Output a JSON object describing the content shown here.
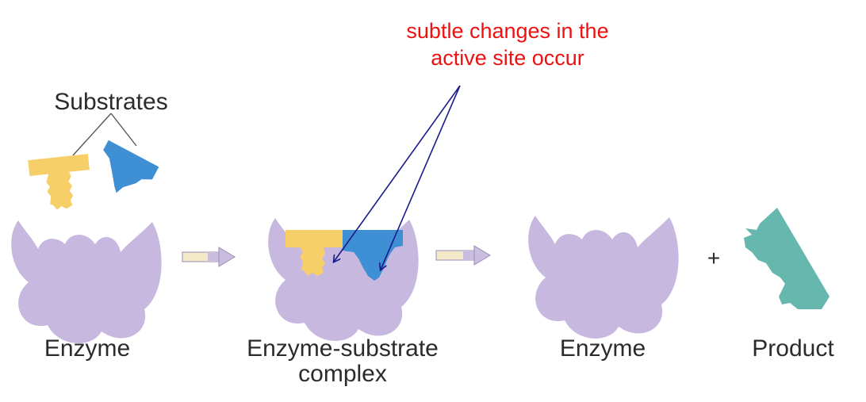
{
  "annotation": {
    "line1": "subtle changes in the",
    "line2": "active site occur",
    "color": "#ee1111",
    "arrow_color": "#1a1a8c"
  },
  "labels": {
    "substrates": "Substrates",
    "enzyme_1": "Enzyme",
    "complex_line1": "Enzyme-substrate",
    "complex_line2": "complex",
    "enzyme_2": "Enzyme",
    "plus": "+",
    "product": "Product"
  },
  "colors": {
    "enzyme": "#c7b8df",
    "substrate_yellow": "#f7cf68",
    "substrate_blue": "#3f8fd4",
    "product": "#66b7ad",
    "process_arrow": "#c9bde0"
  }
}
